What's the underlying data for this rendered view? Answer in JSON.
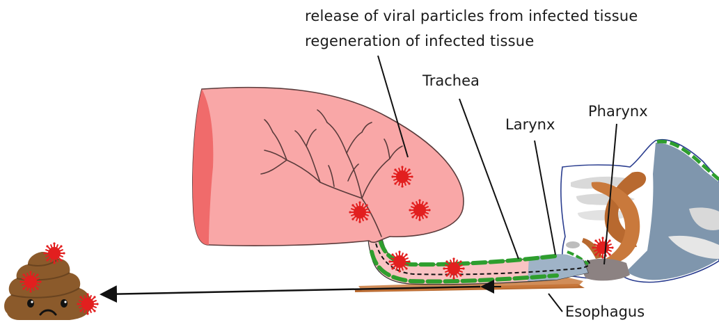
{
  "annotations": {
    "line1": "release of viral particles from infected tissue",
    "line2": "regeneration of infected tissue"
  },
  "labels": {
    "trachea": "Trachea",
    "larynx": "Larynx",
    "pharynx": "Pharynx",
    "esophagus": "Esophagus"
  },
  "icons": {
    "virus": "virus-icon",
    "feces": "feces-emoji-icon",
    "lung": "lung-icon",
    "head": "head-cross-section-icon"
  },
  "colors": {
    "lung_fill": "#f9a7a7",
    "lung_dark": "#f06b6b",
    "lung_outline": "#5a3b3b",
    "virus": "#e21f1f",
    "epithelium": "#2e9e2e",
    "head_blue": "#7f96ad",
    "nasal_gray": "#d9d9d9",
    "brown_tissue": "#b8692f",
    "esophagus": "#c9793c",
    "poop": "#8b5a2b",
    "arrow": "#111111"
  }
}
